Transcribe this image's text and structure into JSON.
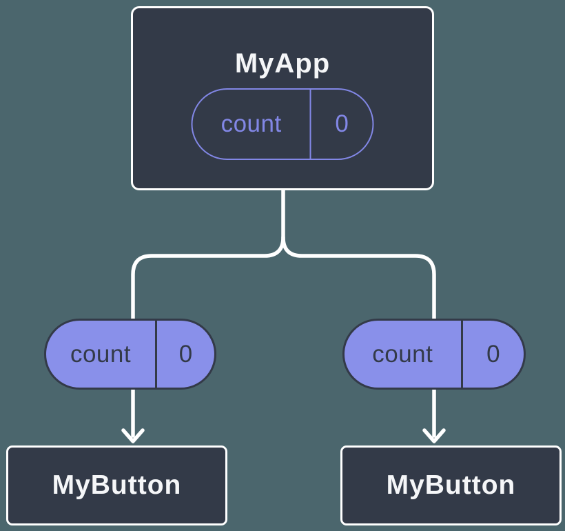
{
  "diagram": {
    "type": "component-tree",
    "root": {
      "name": "MyApp",
      "prop": {
        "label": "count",
        "value": "0"
      }
    },
    "children": [
      {
        "name": "MyButton",
        "prop": {
          "label": "count",
          "value": "0"
        }
      },
      {
        "name": "MyButton",
        "prop": {
          "label": "count",
          "value": "0"
        }
      }
    ],
    "colors": {
      "background": "#4B666D",
      "node_fill": "#333A48",
      "node_border": "#FFFFFF",
      "node_text": "#F5F6F8",
      "prop_pill_outline": "#8287E6",
      "prop_pill_fill": "#8990EA",
      "prop_pill_dark_text": "#333A48",
      "connector": "#FFFFFF"
    }
  }
}
